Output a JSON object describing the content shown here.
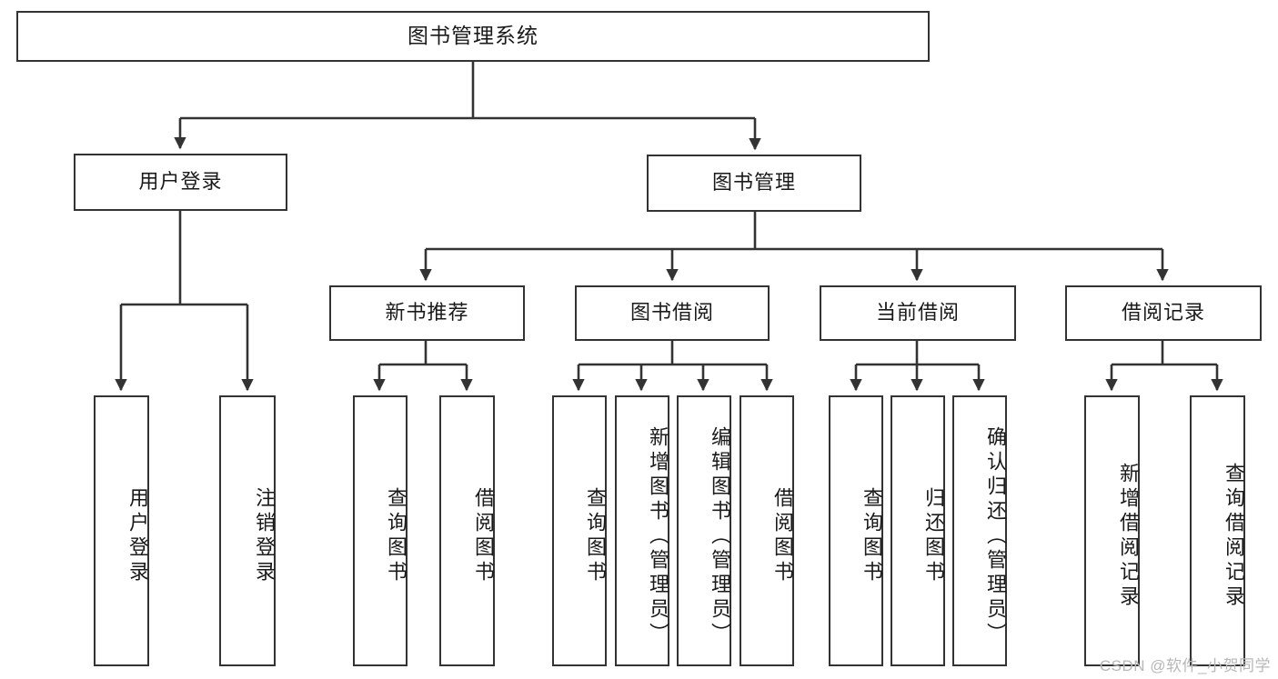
{
  "diagram": {
    "title": "图书管理系统",
    "type": "hierarchy-tree",
    "watermark": "CSDN @软件_小贺同学",
    "colors": {
      "box_border": "#333333",
      "box_fill": "#ffffff",
      "edge": "#333333",
      "text": "#1a1a1a",
      "watermark": "#b8b8b8"
    },
    "levels": {
      "level1": [
        "图书管理系统"
      ],
      "level2": [
        "用户登录",
        "图书管理"
      ],
      "level3": [
        "新书推荐",
        "图书借阅",
        "当前借阅",
        "借阅记录"
      ],
      "level4": [
        "用户登录",
        "注销登录",
        "查询图书",
        "借阅图书",
        "查询图书",
        "新增图书（管理员）",
        "编辑图书（管理员）",
        "借阅图书",
        "查询图书",
        "归还图书",
        "确认归还（管理员）",
        "新增借阅记录",
        "查询借阅记录"
      ]
    },
    "nodes": {
      "root": {
        "label": "图书管理系统"
      },
      "user_login": {
        "label": "用户登录"
      },
      "book_manage": {
        "label": "图书管理"
      },
      "new_book_rec": {
        "label": "新书推荐"
      },
      "book_borrow": {
        "label": "图书借阅"
      },
      "current_borrow": {
        "label": "当前借阅"
      },
      "borrow_record": {
        "label": "借阅记录"
      },
      "leaf_user_login": {
        "label": "用户登录"
      },
      "leaf_logout": {
        "label": "注销登录"
      },
      "leaf_query_book_a": {
        "label": "查询图书"
      },
      "leaf_borrow_book_a": {
        "label": "借阅图书"
      },
      "leaf_query_book_b": {
        "label": "查询图书"
      },
      "leaf_add_book": {
        "label": "新增图书（管理员）"
      },
      "leaf_edit_book": {
        "label": "编辑图书（管理员）"
      },
      "leaf_borrow_book_b": {
        "label": "借阅图书"
      },
      "leaf_query_book_c": {
        "label": "查询图书"
      },
      "leaf_return_book": {
        "label": "归还图书"
      },
      "leaf_confirm_return": {
        "label": "确认归还（管理员）"
      },
      "leaf_add_record": {
        "label": "新增借阅记录"
      },
      "leaf_query_record": {
        "label": "查询借阅记录"
      }
    }
  }
}
